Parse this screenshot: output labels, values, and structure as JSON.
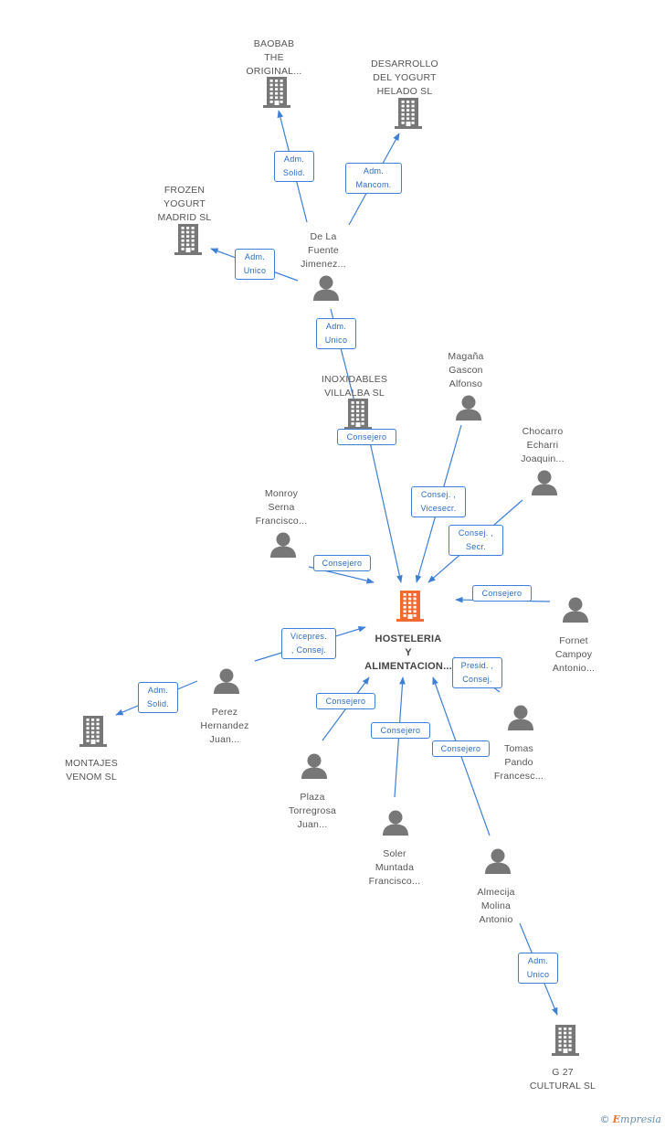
{
  "colors": {
    "edge": "#3d7fd6",
    "icon_gray": "#777777",
    "icon_center": "#f26a32"
  },
  "nodes": [
    {
      "id": "center",
      "type": "company",
      "highlight": true,
      "label": "HOSTELERIA\nY\nALIMENTACION..."
    },
    {
      "id": "baobab",
      "type": "company",
      "label": "BAOBAB\nTHE\nORIGINAL..."
    },
    {
      "id": "desarrollo",
      "type": "company",
      "label": "DESARROLLO\nDEL YOGURT\nHELADO  SL"
    },
    {
      "id": "frozen",
      "type": "company",
      "label": "FROZEN\nYOGURT\nMADRID SL"
    },
    {
      "id": "inoxidables",
      "type": "company",
      "label": "INOXIDABLES\nVILLALBA  SL"
    },
    {
      "id": "montajes",
      "type": "company",
      "label": "MONTAJES\nVENOM SL"
    },
    {
      "id": "g27",
      "type": "company",
      "label": "G 27\nCULTURAL  SL"
    },
    {
      "id": "delafuente",
      "type": "person",
      "label": "De La\nFuente\nJimenez..."
    },
    {
      "id": "magana",
      "type": "person",
      "label": "Magaña\nGascon\nAlfonso"
    },
    {
      "id": "chocarro",
      "type": "person",
      "label": "Chocarro\nEcharri\nJoaquin..."
    },
    {
      "id": "monroy",
      "type": "person",
      "label": "Monroy\nSerna\nFrancisco..."
    },
    {
      "id": "fornet",
      "type": "person",
      "label": "Fornet\nCampoy\nAntonio..."
    },
    {
      "id": "perez",
      "type": "person",
      "label": "Perez\nHernandez\nJuan..."
    },
    {
      "id": "tomas",
      "type": "person",
      "label": "Tomas\nPando\nFrancesc..."
    },
    {
      "id": "plaza",
      "type": "person",
      "label": "Plaza\nTorregrosa\nJuan..."
    },
    {
      "id": "soler",
      "type": "person",
      "label": "Soler\nMuntada\nFrancisco..."
    },
    {
      "id": "almecija",
      "type": "person",
      "label": "Almecija\nMolina\nAntonio"
    }
  ],
  "relations": [
    {
      "from": "delafuente",
      "to": "baobab",
      "label": "Adm.\nSolid."
    },
    {
      "from": "delafuente",
      "to": "desarrollo",
      "label": "Adm.\nMancom."
    },
    {
      "from": "delafuente",
      "to": "frozen",
      "label": "Adm.\nUnico"
    },
    {
      "from": "delafuente",
      "to": "inoxidables",
      "label": "Adm.\nUnico"
    },
    {
      "from": "inoxidables",
      "to": "center",
      "label": "Consejero"
    },
    {
      "from": "magana",
      "to": "center",
      "label": "Consej. ,\nVicesecr."
    },
    {
      "from": "chocarro",
      "to": "center",
      "label": "Consej. ,\nSecr."
    },
    {
      "from": "monroy",
      "to": "center",
      "label": "Consejero"
    },
    {
      "from": "fornet",
      "to": "center",
      "label": "Consejero"
    },
    {
      "from": "perez",
      "to": "center",
      "label": "Vicepres.\n, Consej."
    },
    {
      "from": "perez",
      "to": "montajes",
      "label": "Adm.\nSolid."
    },
    {
      "from": "tomas",
      "to": "center",
      "label": "Presid. ,\nConsej."
    },
    {
      "from": "plaza",
      "to": "center",
      "label": "Consejero"
    },
    {
      "from": "soler",
      "to": "center",
      "label": "Consejero"
    },
    {
      "from": "almecija",
      "to": "center",
      "label": "Consejero"
    },
    {
      "from": "almecija",
      "to": "g27",
      "label": "Adm.\nUnico"
    }
  ],
  "footer": {
    "copyright": "©",
    "brand_initial": "E",
    "brand_rest": "mpresia"
  }
}
